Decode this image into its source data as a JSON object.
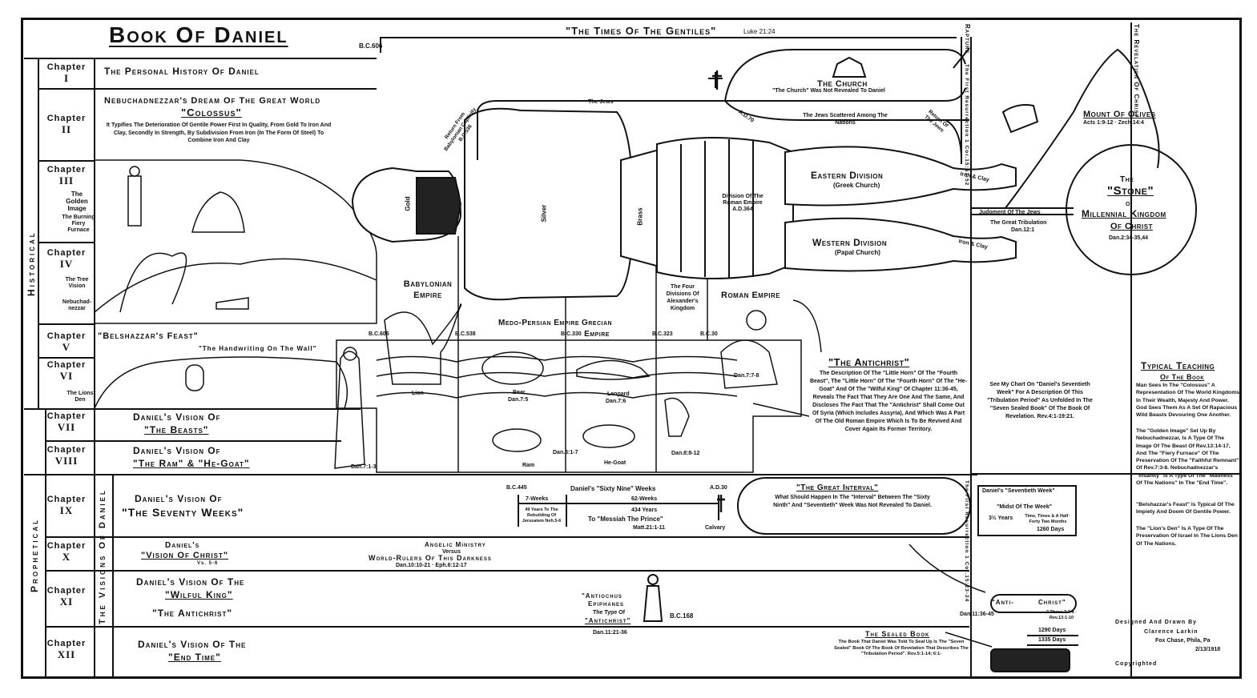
{
  "title": "Book Of Daniel",
  "top_banner": {
    "bc606": "B.C.606",
    "times_label": "\"The Times Of The Gentiles\"",
    "times_ref": "Luke 21:24"
  },
  "side_labels": {
    "historical": "Historical",
    "prophetical": "Prophetical",
    "visions": "The Visions Of Daniel"
  },
  "chapters": [
    {
      "label": "Chapter",
      "num": "I",
      "text": "The Personal History Of Daniel"
    },
    {
      "label": "Chapter",
      "num": "II",
      "text": "Nebuchadnezzar's Dream Of The Great World",
      "text2": "\"Colossus\"",
      "note": "It Typifies The Deterioration Of Gentile Power First In Quality, From Gold To Iron And Clay, Secondly In Strength, By Subdivision From Iron (In The Form Of Steel) To Combine Iron And Clay"
    },
    {
      "label": "Chapter",
      "num": "III",
      "text": "The Golden Image",
      "text2": "The Burning Fiery Furnace"
    },
    {
      "label": "Chapter",
      "num": "IV",
      "text": "The Tree Vision",
      "text2": "Nebuchad-nezzar"
    },
    {
      "label": "Chapter",
      "num": "V",
      "text": "\"Belshazzar's Feast\"",
      "text2": "\"The Handwriting On The Wall\""
    },
    {
      "label": "Chapter",
      "num": "VI",
      "text": "The Lions Den"
    },
    {
      "label": "Chapter",
      "num": "VII",
      "text": "Daniel's Vision Of",
      "text2": "\"The Beasts\""
    },
    {
      "label": "Chapter",
      "num": "VIII",
      "text": "Daniel's Vision Of",
      "text2": "\"The Ram\" & \"He-Goat\""
    },
    {
      "label": "Chapter",
      "num": "IX",
      "text": "Daniel's Vision Of",
      "text2": "\"The Seventy Weeks\""
    },
    {
      "label": "Chapter",
      "num": "X",
      "text": "Daniel's",
      "text2": "\"Vision Of Christ\"",
      "text3": "Vs. 5-6"
    },
    {
      "label": "Chapter",
      "num": "XI",
      "text": "Daniel's Vision Of The",
      "text2": "\"Wilful King\"",
      "text3": "\"The Antichrist\""
    },
    {
      "label": "Chapter",
      "num": "XII",
      "text": "Daniel's Vision Of The",
      "text2": "\"End Time\""
    }
  ],
  "statue": {
    "gold": "Gold",
    "silver": "Silver",
    "brass": "Brass",
    "eastern": "Eastern Division",
    "eastern_sub": "(Greek Church)",
    "western": "Western Division",
    "western_sub": "(Papal Church)",
    "division": "Division Of The Roman Empire A.D.364",
    "iron_clay_1": "Iron & Clay",
    "iron_clay_2": "Iron & Clay"
  },
  "empires": {
    "babylonian": "Babylonian Empire",
    "medo": "Medo-Persian Empire",
    "grecian": "Grecian Empire",
    "four_divisions": "The Four Divisions Of Alexander's Kingdom",
    "roman": "Roman Empire",
    "bc606": "B.C.606",
    "bc538": "B.C.538",
    "bc330": "B.C.330",
    "bc323": "B.C.323",
    "bc30": "B.C.30"
  },
  "beasts": {
    "lion": "Lion",
    "bear": "Bear",
    "bear_ref": "Dan.7:5",
    "leopard": "Leopard",
    "leopard_ref": "Dan.7:6",
    "ram": "Ram",
    "he_goat": "He-Goat",
    "ram_ref": "Dan.8:1-7",
    "dan713": "Dan.7:1-3",
    "dan778": "Dan.7:7-8",
    "dan8812": "Dan.8:8-12"
  },
  "church": {
    "title": "The Church",
    "note": "\"The Church\" Was Not Revealed To Daniel",
    "jews": "The Jews",
    "ad70": "A.D.70",
    "scattered": "The Jews Scattered Among The Nations",
    "return_babylon": "Return From Babylonian Captivity B.C.536",
    "return_jews": "Return Of The Jews",
    "judgment": "Judgment Of The Jews",
    "tribulation": "The Great Tribulation",
    "tribulation_ref": "Dan.12:1",
    "rapture": "Rapture",
    "first_res": "The First Resurrection 1 Cor.15:51-52",
    "revelation": "The Revelation Of Christ",
    "first_res_lower": "The First Resurrection 1 Cor.15:23-24"
  },
  "stone": {
    "mount": "Mount Of Olives",
    "mount_ref": "Acts 1:9-12 · Zech.14:4",
    "the": "The",
    "stone": "\"Stone\"",
    "or": "Or",
    "kingdom": "Millennial Kingdom",
    "of_christ": "Of Christ",
    "ref": "Dan.2:34-35,44"
  },
  "antichrist": {
    "title": "\"The Antichrist\"",
    "text": "The Description Of The \"Little Horn\" Of The \"Fourth Beast\", The \"Little Horn\" Of The \"Fourth Horn\" Of The \"He-Goat\" And Of The \"Wilful King\" Of Chapter 11:36-45, Reveals The Fact That They Are One And The Same, And Discloses The Fact That The \"Antichrist\" Shall Come Out Of Syria (Which Includes Assyria), And Which Was A Part Of The Old Roman Empire Which Is To Be Revived And Cover Again Its Former Territory."
  },
  "seventieth": {
    "text": "See My Chart On \"Daniel's Seventieth Week\" For A Description Of This \"Tribulation Period\" As Unfolded In The \"Seven Sealed Book\" Of The Book Of Revelation. Rev.4:1-19:21."
  },
  "seventy_weeks": {
    "bc445": "B.C.445",
    "title": "Daniel's \"Sixty Nine\" Weeks",
    "ad30": "A.D.30",
    "seven_weeks": "7-Weeks",
    "sixtytwo_weeks": "62-Weeks",
    "years49": "49 Years To The Rebuilding Of Jerusalem Neh.5-6",
    "years434": "434 Years",
    "messiah": "To \"Messiah The Prince\"",
    "messiah_ref": "Matt.21:1-11",
    "calvary": "Calvary"
  },
  "interval": {
    "title": "\"The Great Interval\"",
    "text": "What Should Happen In The \"Interval\" Between The \"Sixty Ninth\" And \"Seventieth\" Week Was Not Revealed To Daniel."
  },
  "seventieth_week": {
    "title": "Daniel's \"Seventieth Week\"",
    "midst": "\"Midst Of The Week\"",
    "years": "3½ Years",
    "time": "Time, Times & A Half · Forty Two Months",
    "days1260": "1260 Days"
  },
  "angelic": {
    "title": "Angelic Ministry",
    "versus": "Versus",
    "rulers": "World-Rulers Of This Darkness",
    "ref": "Dan.10:10-21 · Eph.6:12-17"
  },
  "antiochus": {
    "line1": "\"Antiochus",
    "line2": "Epiphanes",
    "line3": "The Type Of",
    "line4": "\"Antichrist\"",
    "ref": "Dan.11:21-36",
    "bc168": "B.C.168"
  },
  "antichrist_lower": {
    "anti": "\"Anti-",
    "christ": "Christ\"",
    "ref_left": "Dan.11:36-45",
    "ref_right": "2 Thess.2:3-8 · Rev.13:1-10",
    "days1290": "1290 Days",
    "days1335": "1335 Days"
  },
  "sealed_book": {
    "title": "The Sealed Book",
    "text": "The Book That Daniel Was Told To Seal Up Is The \"Seven Sealed\" Book Of The Book Of Revelation That Describes The \"Tribulation Period\". Rev.5:1-14; 6:1-"
  },
  "typical": {
    "title": "Typical Teaching",
    "subtitle": "Of The Book",
    "p1": "Man Sees In The \"Colossus\" A Representation Of The World Kingdoms In Their Wealth, Majesty And Power. God Sees Them As A Set Of Rapacious Wild Beasts Devouring One Another.",
    "p2": "The \"Golden Image\" Set Up By Nebuchadnezzar, Is A Type Of The Image Of The Beast Of Rev.13:14-17, And The \"Fiery Furnace\" Of The Preservation Of The \"Faithful Remnant\" Of Rev.7:3-8. Nebuchadnezzar's \"Insanity\" Is A Type Of The \"Madness Of The Nations\" In The \"End Time\".",
    "p3": "\"Belshazzar's Feast\" Is Typical Of The Impiety And Doom Of Gentile Power.",
    "p4": "The \"Lion's Den\" Is A Type Of The Preservation Of Israel In The Lions Den Of The Nations."
  },
  "credits": {
    "designed": "Designed And Drawn By",
    "author": "Clarence Larkin",
    "place": "Fox Chase, Phila, Pa",
    "date": "2/13/1918",
    "copyright": "Copyrighted"
  }
}
